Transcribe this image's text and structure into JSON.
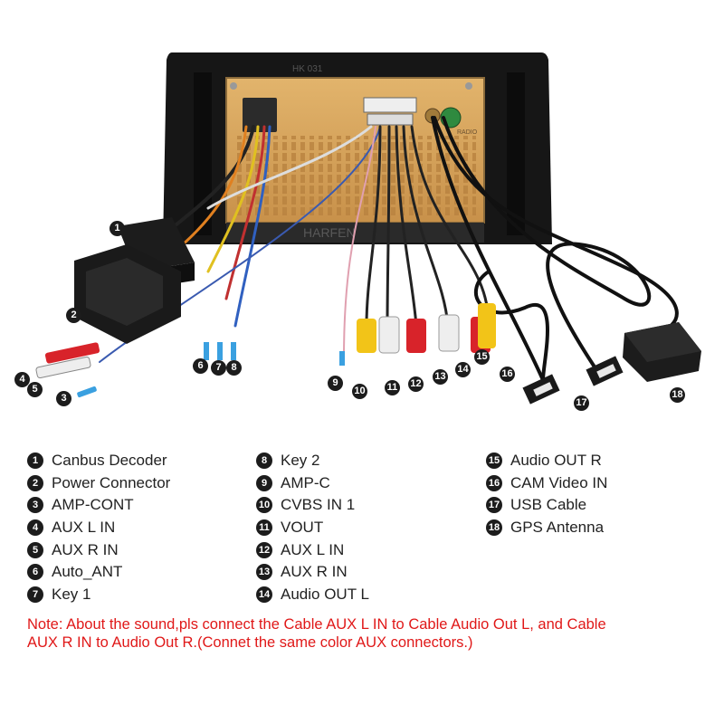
{
  "figure": {
    "unit_label": "HK 031",
    "panel_label": "RADIO",
    "watermark": "HARFEN"
  },
  "legend": {
    "columns": [
      [
        {
          "num": "1",
          "label": "Canbus Decoder"
        },
        {
          "num": "2",
          "label": "Power Connector"
        },
        {
          "num": "3",
          "label": "AMP-CONT"
        },
        {
          "num": "4",
          "label": "AUX L IN"
        },
        {
          "num": "5",
          "label": "AUX R IN"
        },
        {
          "num": "6",
          "label": "Auto_ANT"
        },
        {
          "num": "7",
          "label": "Key 1"
        }
      ],
      [
        {
          "num": "8",
          "label": "Key 2"
        },
        {
          "num": "9",
          "label": "AMP-C"
        },
        {
          "num": "10",
          "label": "CVBS IN 1"
        },
        {
          "num": "11",
          "label": "VOUT"
        },
        {
          "num": "12",
          "label": "AUX L IN"
        },
        {
          "num": "13",
          "label": "AUX R IN"
        },
        {
          "num": "14",
          "label": "Audio OUT L"
        }
      ],
      [
        {
          "num": "15",
          "label": "Audio OUT R"
        },
        {
          "num": "16",
          "label": "CAM Video IN"
        },
        {
          "num": "17",
          "label": "USB Cable"
        },
        {
          "num": "18",
          "label": "GPS Antenna"
        }
      ]
    ]
  },
  "note": {
    "line1": "Note: About the sound,pls connect the Cable AUX L IN to Cable Audio Out L, and Cable",
    "line2": "AUX R IN to  Audio Out R.(Connet the same color AUX connectors.)"
  },
  "colors": {
    "note": "#e01818",
    "unit_body": "#151515",
    "pcb": "#d9a65a",
    "rca_red": "#d8232a",
    "rca_yellow": "#f2c418",
    "rca_white": "#eeeeee"
  }
}
